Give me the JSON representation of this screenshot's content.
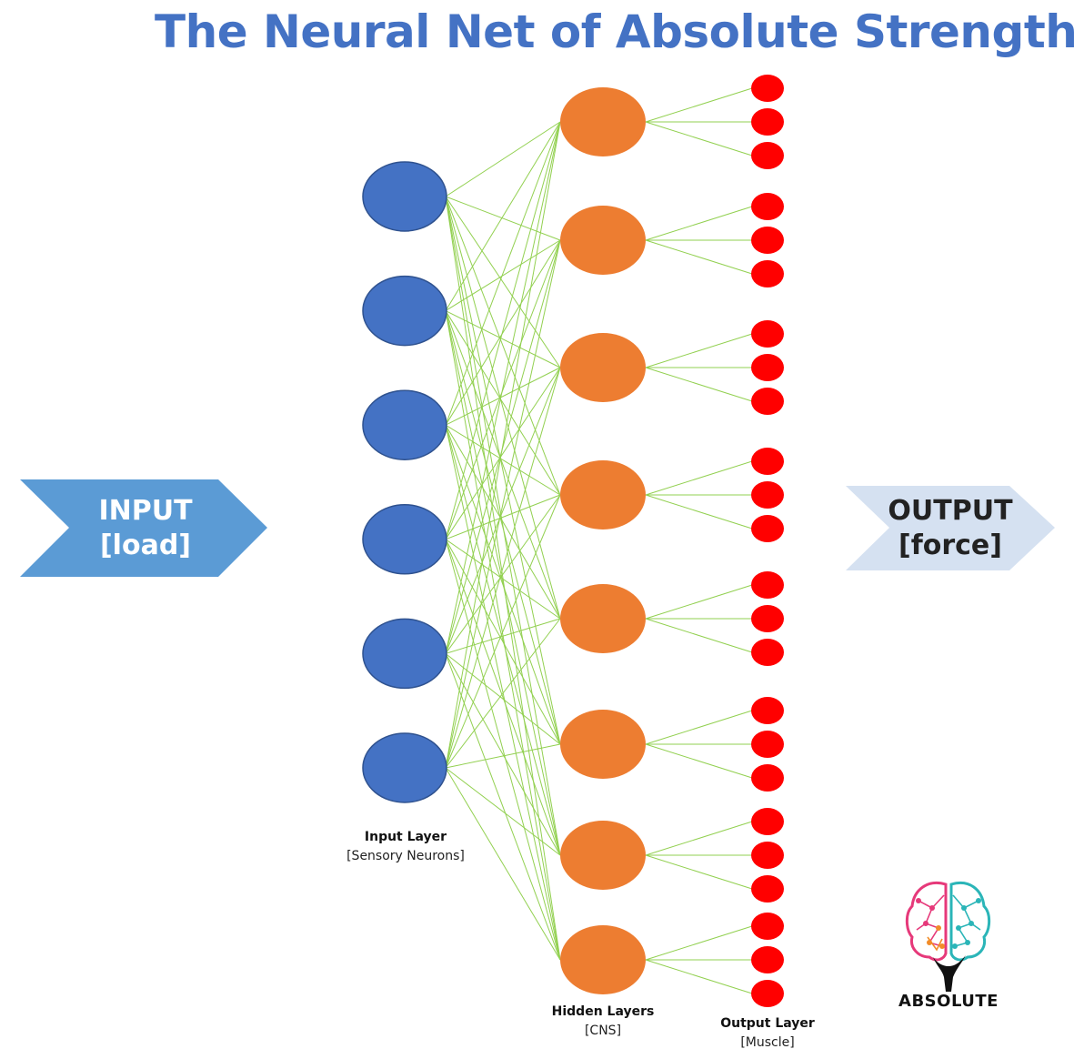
{
  "title": "The Neural Net of Absolute Strength",
  "input_arrow": {
    "line1": "INPUT",
    "line2": "[load]",
    "color": "#5b9bd5"
  },
  "output_arrow": {
    "line1": "OUTPUT",
    "line2": "[force]",
    "color": "#d5e1f1"
  },
  "layers": {
    "input": {
      "title": "Input Layer",
      "subtitle": "[Sensory Neurons]",
      "node_count": 6,
      "color": "#4472c4"
    },
    "hidden": {
      "title": "Hidden Layers",
      "subtitle": "[CNS]",
      "node_count": 8,
      "color": "#ed7d31"
    },
    "output": {
      "title": "Output Layer",
      "subtitle": "[Muscle]",
      "nodes_per_hidden": 3,
      "color": "#ff0000"
    }
  },
  "connection_color": "#92d050",
  "logo": {
    "text": "ABSOLUTE",
    "colors": [
      "#e6397a",
      "#f28c28",
      "#2bb5b8"
    ]
  }
}
